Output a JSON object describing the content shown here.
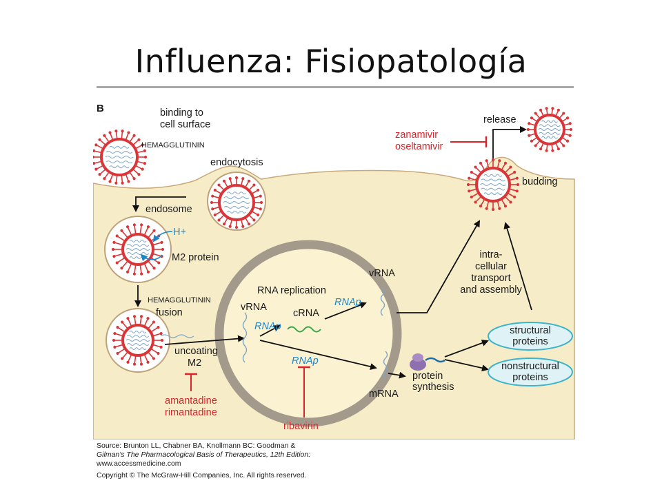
{
  "slide": {
    "title": "Influenza: Fisiopatología"
  },
  "diagram": {
    "panel_label": "B",
    "labels": {
      "binding_1": "binding to",
      "binding_2": "cell surface",
      "hemagglutinin_top": "HEMAGGLUTININ",
      "endocytosis": "endocytosis",
      "endosome": "endosome",
      "h_plus": "H+",
      "m2_protein": "M2 protein",
      "hemagglutinin_mid": "HEMAGGLUTININ",
      "fusion": "fusion",
      "uncoating": "uncoating",
      "m2": "M2",
      "rna_replication": "RNA replication",
      "vrna_left": "vRNA",
      "crna": "cRNA",
      "rnap_1": "RNAp",
      "rnap_2": "RNAp",
      "rnap_3": "RNAp",
      "vrna_right": "vRNA",
      "mrna": "mRNA",
      "protein_1": "protein",
      "protein_2": "synthesis",
      "structural_1": "structural",
      "structural_2": "proteins",
      "nonstructural_1": "nonstructural",
      "nonstructural_2": "proteins",
      "transport_1": "intra-",
      "transport_2": "cellular",
      "transport_3": "transport",
      "transport_4": "and assembly",
      "release": "release",
      "budding": "budding"
    },
    "drugs": {
      "zanamivir": "zanamivir",
      "oseltamivir": "oseltamivir",
      "amantadine": "amantadine",
      "rimantadine": "rimantadine",
      "ribavirin": "ribavirin"
    },
    "colors": {
      "cytoplasm": "#f6ecc8",
      "nucleus_fill": "#fbf2d2",
      "nuclear_membrane": "#a39a8c",
      "virus_envelope": "#d9363a",
      "rna": "#7fa6c8",
      "crna": "#3aa648",
      "inhibitor": "#d9242b",
      "enzyme": "#1c86c9",
      "protein_box": "#3fb3c9",
      "ribosome": "#8f70ae"
    }
  },
  "source": {
    "line1": "Source: Brunton LL, Chabner BA, Knollmann BC: Goodman &",
    "line2": "Gilman's The Pharmacological Basis of Therapeutics, 12th Edition:",
    "line3": "www.accessmedicine.com",
    "line4": "Copyright © The McGraw-Hill Companies, Inc. All rights reserved."
  }
}
